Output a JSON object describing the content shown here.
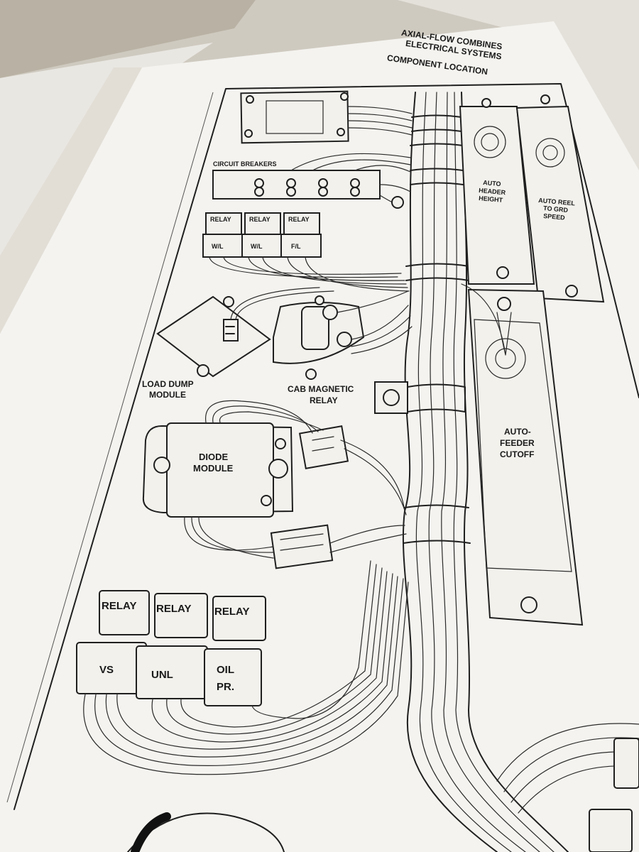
{
  "title": {
    "line1": "AXIAL-FLOW COMBINES",
    "line2": "ELECTRICAL SYSTEMS",
    "line3": "COMPONENT LOCATION"
  },
  "labels": {
    "circuit_breakers": "CIRCUIT BREAKERS",
    "load_dump_1": "LOAD DUMP",
    "load_dump_2": "MODULE",
    "cab_relay_1": "CAB MAGNETIC",
    "cab_relay_2": "RELAY",
    "diode_1": "DIODE",
    "diode_2": "MODULE",
    "header_1": "AUTO",
    "header_2": "HEADER",
    "header_3": "HEIGHT",
    "reel_1": "AUTO REEL",
    "reel_2": "TO GRD",
    "reel_3": "SPEED",
    "feeder_1": "AUTO-",
    "feeder_2": "FEEDER",
    "feeder_3": "CUTOFF"
  },
  "upper_relays": [
    {
      "top": "RELAY",
      "bottom": "W/L"
    },
    {
      "top": "RELAY",
      "bottom": "W/L"
    },
    {
      "top": "RELAY",
      "bottom": "F/L"
    }
  ],
  "lower_relays": [
    {
      "top": "RELAY",
      "bottom": "VS",
      "bottom2": ""
    },
    {
      "top": "RELAY",
      "bottom": "UNL",
      "bottom2": ""
    },
    {
      "top": "RELAY",
      "bottom": "OIL",
      "bottom2": "PR."
    }
  ],
  "colors": {
    "paper": "#f2f1ec",
    "ink": "#1f1f1f",
    "background": "#d9d5cc"
  }
}
